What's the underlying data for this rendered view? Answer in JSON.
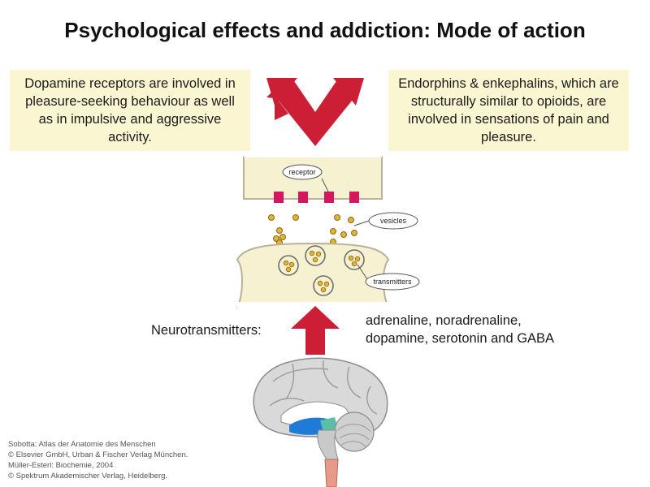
{
  "title": "Psychological effects and addiction: Mode of action",
  "left_note": "Dopamine receptors are involved in pleasure-seeking behaviour as well as in impulsive and aggressive activity.",
  "right_note": "Endorphins & enkephalins, which are structurally similar to opioids, are involved in sensations of pain and pleasure.",
  "diagram_labels": {
    "receptor": "receptor",
    "vesicles": "vesicles",
    "transmitters": "transmitters"
  },
  "neurotransmitters_label": "Neurotransmitters:",
  "neurotransmitters_list": [
    "adrenaline, noradrenaline,",
    "dopamine, serotonin and GABA"
  ],
  "credits": [
    "Sobotta: Atlas der Anatomie des Menschen",
    "© Elsevier GmbH, Urban & Fischer Verlag München.",
    "Müller-Esterl: Biochemie, 2004",
    "© Spektrum Akademischer Verlag, Heidelberg."
  ],
  "colors": {
    "arrow_red": "#cc1f36",
    "note_bg": "#fbf6d2",
    "synapse_fill": "#f6f1d0",
    "receptor_fill": "#d4175e",
    "vesicle_dot": "#e0b33a",
    "brain_highlight": "#1f7bd6"
  },
  "icons": {
    "up_arrow": "red-up-arrow",
    "diverging_arrow": "red-diverging-arrow",
    "brain": "brain-sagittal-section"
  }
}
